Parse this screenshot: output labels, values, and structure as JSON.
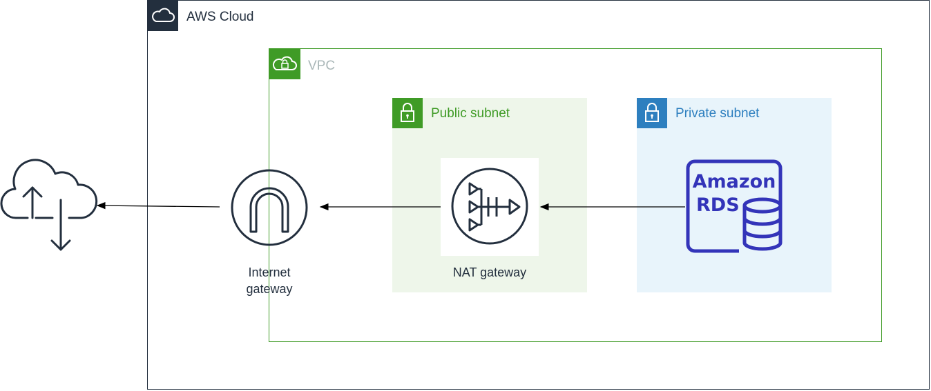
{
  "aws_cloud": {
    "label": "AWS Cloud",
    "icon": "cloud-icon",
    "color": "#232f3e"
  },
  "vpc": {
    "label": "VPC",
    "icon": "vpc-cloud-lock-icon",
    "color": "#3f9b26"
  },
  "public_subnet": {
    "label": "Public subnet",
    "icon": "lock-icon",
    "color": "#3f9b26"
  },
  "private_subnet": {
    "label": "Private subnet",
    "icon": "lock-icon",
    "color": "#2d7fbf"
  },
  "nat_gateway": {
    "label": "NAT gateway",
    "icon": "nat-gateway-icon"
  },
  "internet_gateway": {
    "line1": "Internet",
    "line2": "gateway",
    "icon": "internet-gateway-icon"
  },
  "rds": {
    "line1": "Amazon",
    "line2": "RDS",
    "icon": "database-icon",
    "color": "#3334b9"
  },
  "internet": {
    "icon": "cloud-upload-download-icon"
  },
  "flows": [
    {
      "from": "rds",
      "to": "nat_gateway"
    },
    {
      "from": "nat_gateway",
      "to": "internet_gateway"
    },
    {
      "from": "internet_gateway",
      "to": "internet"
    }
  ]
}
